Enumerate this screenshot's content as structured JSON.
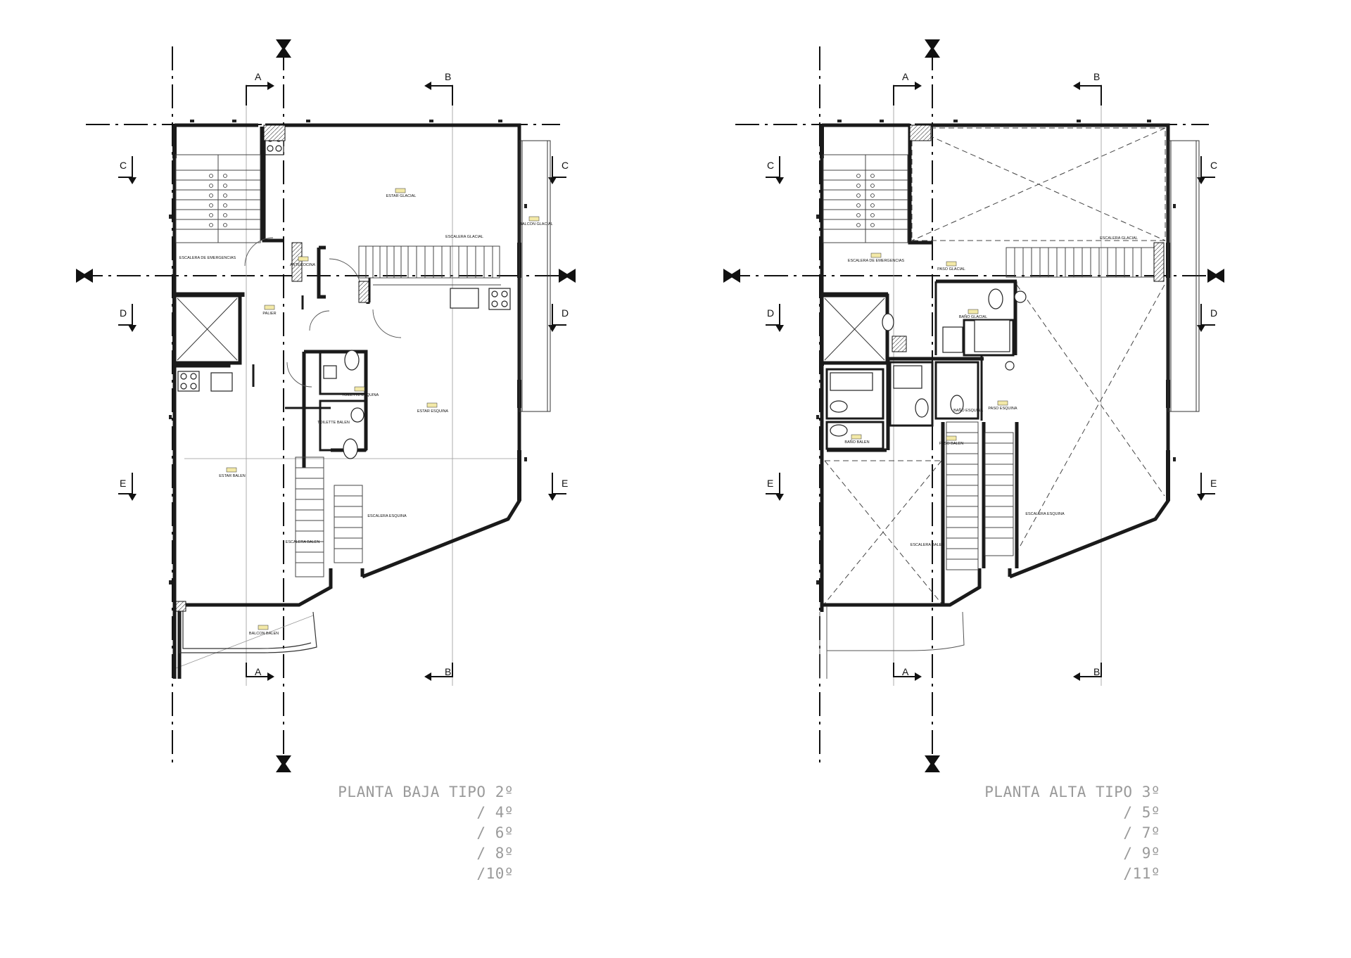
{
  "plans": [
    {
      "id": "baja",
      "caption": [
        "PLANTA BAJA TIPO 2º",
        "/ 4º",
        "/ 6º",
        "/ 8º",
        "/10º"
      ],
      "section_marks": {
        "a": "A",
        "b": "B",
        "c": "C",
        "d": "D",
        "e": "E"
      },
      "room_labels": [
        "ESCALERA DE EMERGENCIAS",
        "ESTAR GLACIAL",
        "BALCON GLACIAL",
        "ANTECOCINA",
        "PALIER",
        "ESCALERA GLACIAL",
        "ESTAR ESQUINA",
        "ESTAR BALEN",
        "TOILETTE ESQUINA",
        "TOILETTE BALEN",
        "ESCALERA BALEN",
        "ESCALERA ESQUINA",
        "BALCON BALEN"
      ]
    },
    {
      "id": "alta",
      "caption": [
        "PLANTA ALTA TIPO 3º",
        "/ 5º",
        "/ 7º",
        "/ 9º",
        "/11º"
      ],
      "section_marks": {
        "a": "A",
        "b": "B",
        "c": "C",
        "d": "D",
        "e": "E"
      },
      "room_labels": [
        "ESCALERA DE EMERGENCIAS",
        "PASO GLACIAL",
        "BAÑO GLACIAL",
        "ESCALERA GLACIAL",
        "BAÑO ESQUINA",
        "PASO ESQUINA",
        "BAÑO BALEN",
        "PASO BALEN",
        "ESCALERA ESQUINA",
        "ESCALERA BALEN"
      ]
    }
  ],
  "colors": {
    "wall": "#1a1a1a",
    "line": "#2a2a2a",
    "thin": "#777777",
    "caption": "#9a9a9a"
  }
}
